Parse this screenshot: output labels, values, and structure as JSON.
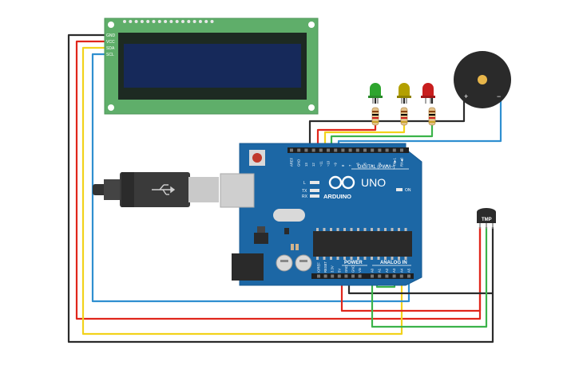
{
  "lcd": {
    "pins": [
      "GND",
      "VCC",
      "SDA",
      "SCL"
    ]
  },
  "arduino": {
    "brand": "ARDUINO",
    "model": "UNO",
    "on_label": "ON",
    "l_label": "L",
    "tx_label": "TX",
    "rx_label": "RX",
    "digital_header": "DIGITAL (PWM~)",
    "power_header": "POWER",
    "analog_header": "ANALOG IN",
    "digital_pins": [
      "AREF",
      "GND",
      "13",
      "12",
      "~11",
      "~10",
      "~9",
      "8",
      "7",
      "~6",
      "~5",
      "4",
      "~3",
      "2",
      "TX▶1",
      "RX◀0"
    ],
    "power_pins": [
      "IOREF",
      "RESET",
      "3.3V",
      "5V",
      "GND",
      "GND",
      "Vin"
    ],
    "analog_pins": [
      "A0",
      "A1",
      "A2",
      "A3",
      "A4",
      "A5"
    ]
  },
  "sensor": {
    "label": "TMP"
  },
  "buzzer": {
    "plus": "+",
    "minus": "−"
  },
  "leds": [
    {
      "color": "green",
      "hex": "#2ea52e"
    },
    {
      "color": "yellow",
      "hex": "#b3a000"
    },
    {
      "color": "red",
      "hex": "#c81e1e"
    }
  ],
  "wire_colors": {
    "gnd": "#2b2b2b",
    "vcc": "#e0261b",
    "sda": "#f2d21b",
    "scl": "#2f8fd0",
    "signal_green": "#3bb34a"
  }
}
